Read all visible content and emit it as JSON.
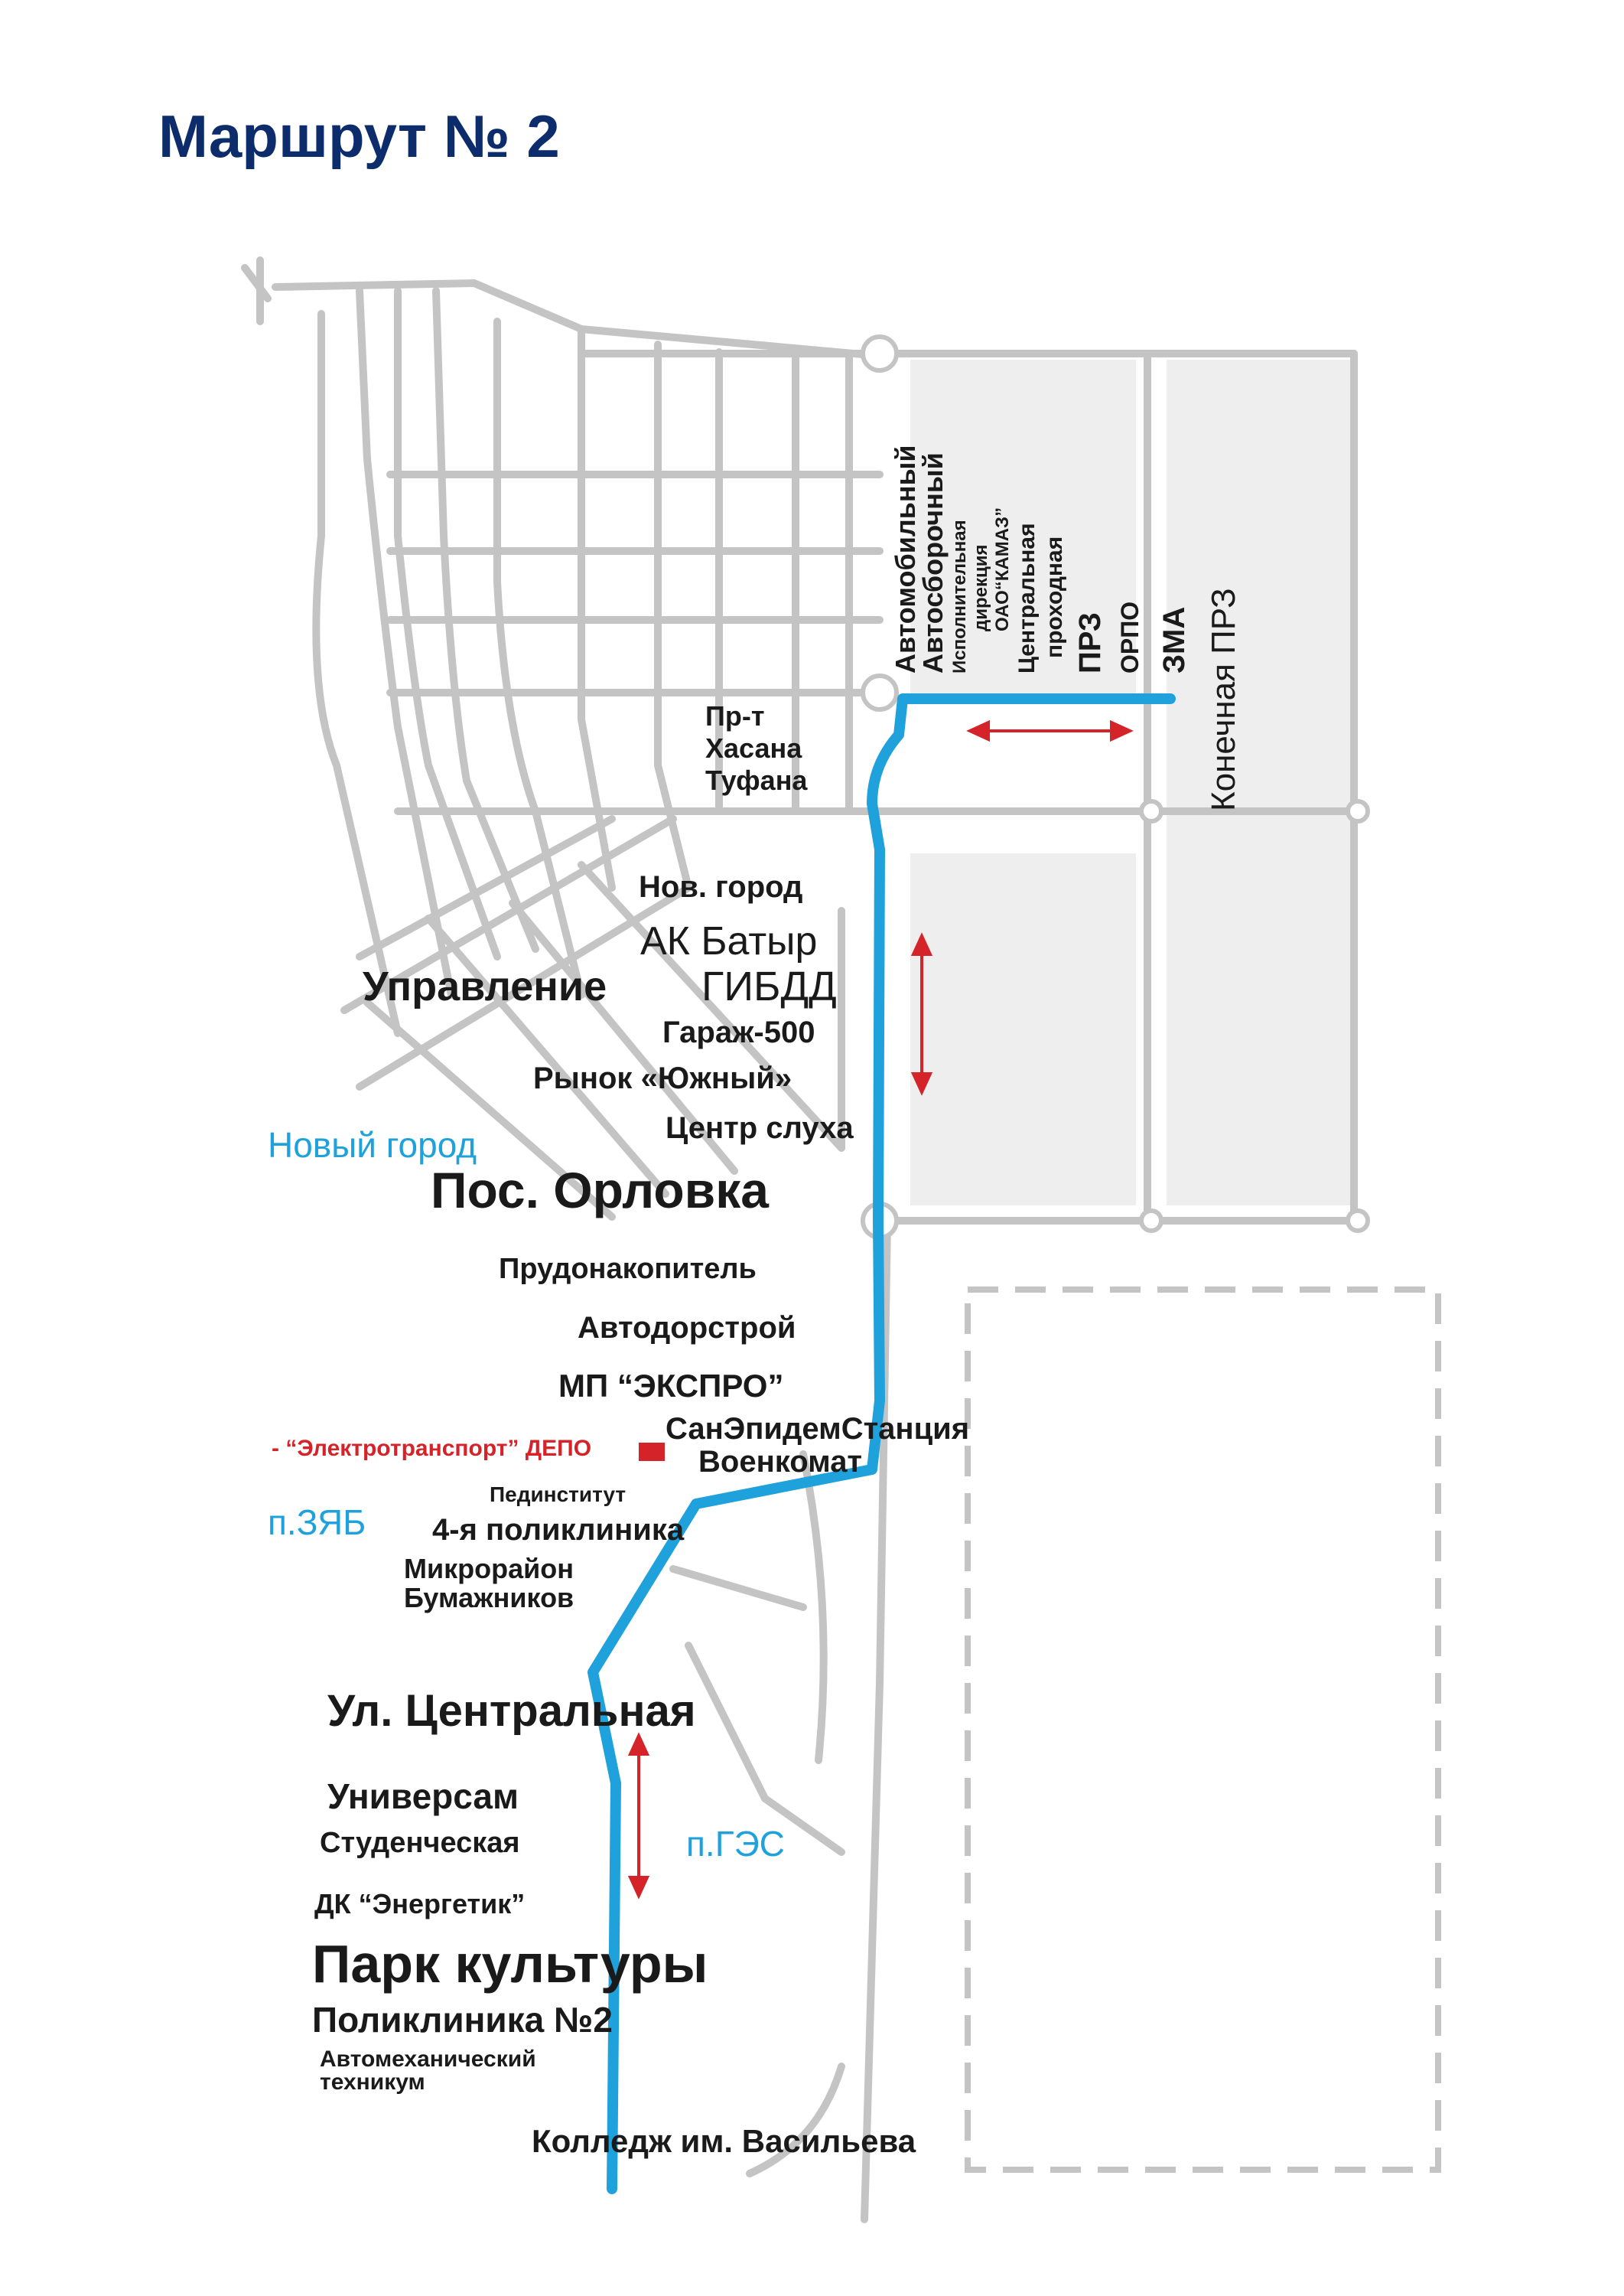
{
  "title": "Маршрут № 2",
  "colors": {
    "route": "#1fa2dc",
    "road": "#c4c4c4",
    "zone": "#eeeeee",
    "arrow": "#d4242a",
    "title": "#0c2c6b"
  },
  "districts": {
    "noviy_gorod": "Новый город",
    "zyab": "п.ЗЯБ",
    "ges": "п.ГЭС"
  },
  "depot": "- “Электротранспорт” ДЕПО",
  "terminus": "Конечная ПРЗ",
  "industrial_stops": [
    "Автомобильный",
    "Автосборочный",
    "Исполнительная",
    "дирекция",
    "ОАО“КАМАЗ”",
    "Центральная",
    "проходная",
    "ПРЗ",
    "ОРПО",
    "ЗМА"
  ],
  "stops": {
    "hasana": [
      "Пр-т",
      "Хасана",
      "Туфана"
    ],
    "nov_gorod": "Нов. город",
    "ak_batyr": "АК Батыр",
    "upravlenie": "Управление",
    "gibdd": "ГИБДД",
    "garazh": "Гараж-500",
    "rynok": "Рынок «Южный»",
    "sluh": "Центр слуха",
    "orlovka": "Пос. Орловка",
    "prudonakopitel": "Прудонакопитель",
    "avtodorstroy": "Автодорстрой",
    "expro": "МП “ЭКСПРО”",
    "sanepid": "СанЭпидемСтанция",
    "voenkomat": "Военкомат",
    "pedinstitut": "Пединститут",
    "poliklinika4": "4-я поликлиника",
    "mikrorayon": [
      "Микрорайон",
      "Бумажников"
    ],
    "centralnaya": "Ул. Центральная",
    "universam": "Универсам",
    "studencheskaya": "Студенческая",
    "dk": "ДК “Энергетик”",
    "park": "Парк культуры",
    "poliklinika2": "Поликлиника №2",
    "tehnikum": [
      "Автомеханический",
      "техникум"
    ],
    "kolledzh": "Колледж им. Васильева"
  }
}
